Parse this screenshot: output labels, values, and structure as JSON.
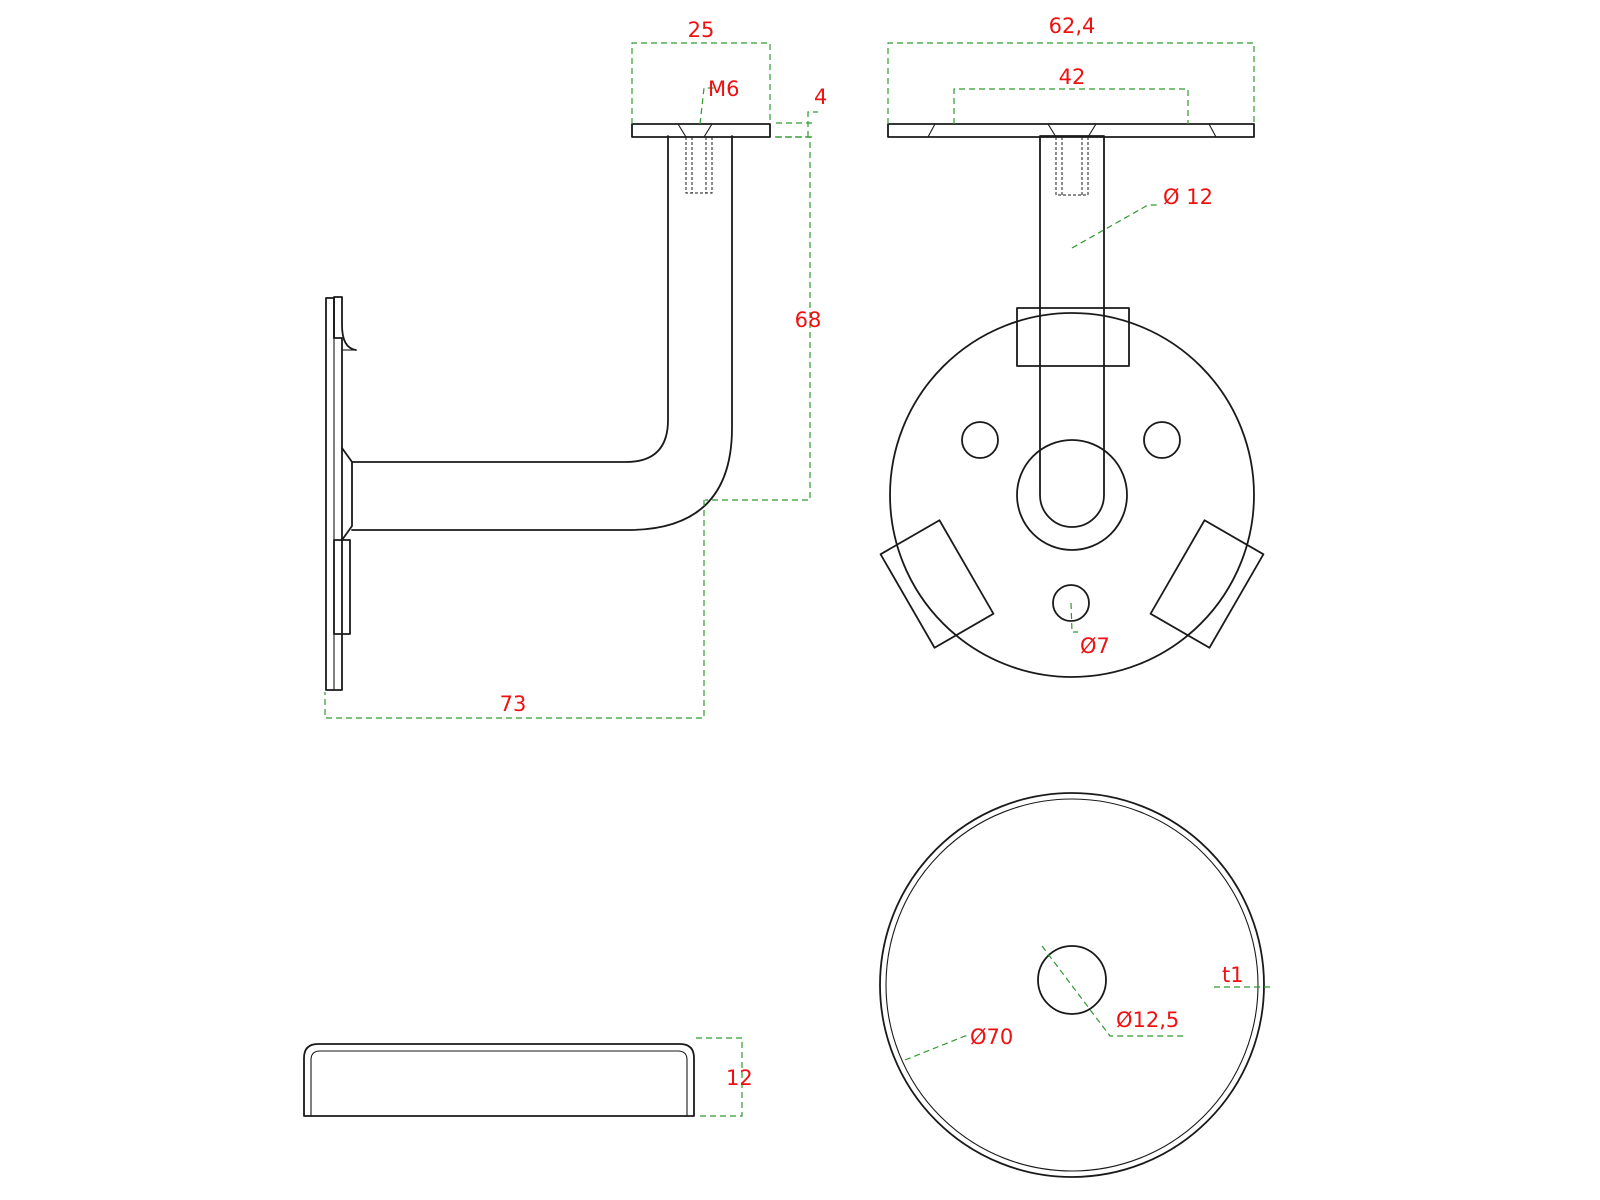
{
  "dimensions": {
    "side_view": {
      "pad_width": "25",
      "thread": "M6",
      "pad_thickness": "4",
      "height": "68",
      "projection": "73"
    },
    "front_view": {
      "pad_length": "62,4",
      "pad_inner": "42",
      "tube_diameter": "Ø 12",
      "hole_diameter": "Ø7"
    },
    "cover_side": {
      "height": "12"
    },
    "cover_top": {
      "diameter": "Ø70",
      "hole_diameter": "Ø12,5",
      "thickness": "t1"
    }
  },
  "colors": {
    "outline": "#1a1a1a",
    "dimension_line": "#2f9a2f",
    "dimension_text": "#ee1111"
  }
}
